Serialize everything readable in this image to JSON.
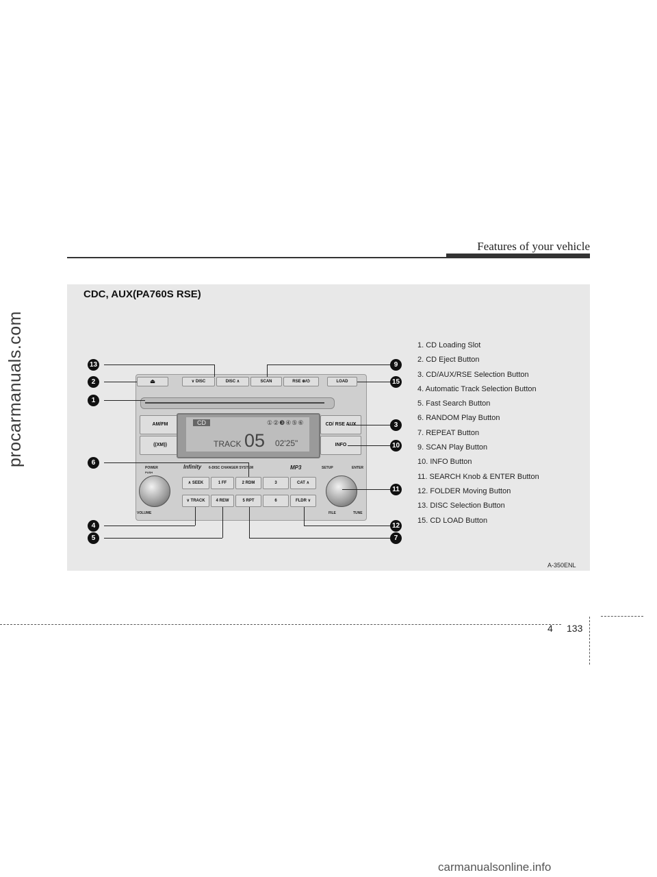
{
  "header": {
    "title": "Features of your vehicle"
  },
  "figure": {
    "title": "CDC, AUX(PA760S RSE)",
    "code": "A-350ENL",
    "legend": [
      "1. CD Loading Slot",
      "2. CD Eject Button",
      "3. CD/AUX/RSE Selection Button",
      "4. Automatic Track Selection Button",
      "5. Fast Search Button",
      "6. RANDOM Play Button",
      "7. REPEAT Button",
      "9. SCAN Play Button",
      "10. INFO Button",
      "11. SEARCH Knob & ENTER Button",
      "12. FOLDER Moving Button",
      "13. DISC Selection Button",
      "15. CD LOAD Button"
    ],
    "callouts": {
      "c1": "1",
      "c2": "2",
      "c3": "3",
      "c4": "4",
      "c5": "5",
      "c6": "6",
      "c7": "7",
      "c9": "9",
      "c10": "10",
      "c11": "11",
      "c12": "12",
      "c13": "13",
      "c15": "15"
    },
    "radio": {
      "eject": "⏏",
      "disc_down": "∨ DISC",
      "disc_up": "DISC ∧",
      "scan": "SCAN",
      "rse_power": "RSE ⊕/⏻",
      "load": "LOAD",
      "am_fm": "AM/FM",
      "xm": "((XM))",
      "cd_aux": "CD/ RSE AUX",
      "info": "INFO",
      "power": "POWER",
      "push": "PUSH",
      "volume": "VOLUME",
      "brand": "Infinity",
      "changer": "6-DISC CHANGER SYSTEM",
      "mp3": "MP3",
      "setup": "SETUP",
      "enter": "ENTER",
      "file": "FILE",
      "tune": "TUNE",
      "seek": "∧ SEEK",
      "track": "∨ TRACK",
      "ff": "1 FF",
      "rew": "4 REW",
      "rdm": "2 RDM",
      "rpt": "5 RPT",
      "p3": "3",
      "p6": "6",
      "cat": "CAT ∧",
      "fldr": "FLDR ∨",
      "lcd_mode": "CD",
      "lcd_discs": "①②❸④⑤⑥",
      "lcd_track_label": "TRACK",
      "lcd_track_num": "05",
      "lcd_time": "02'25\""
    }
  },
  "footer": {
    "chapter": "4",
    "page": "133"
  },
  "watermarks": {
    "side": "procarmanuals.com",
    "bottom": "carmanualsonline.info"
  }
}
